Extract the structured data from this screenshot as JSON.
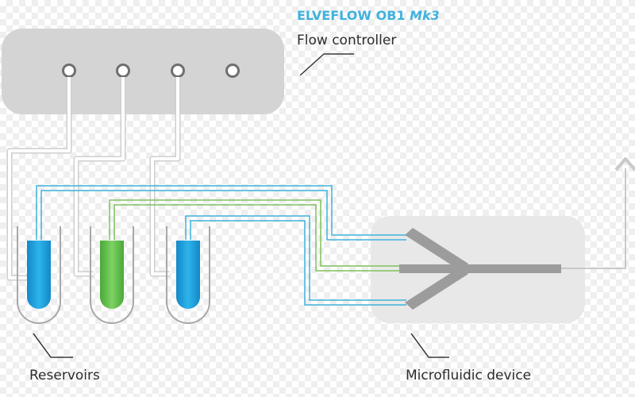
{
  "controller": {
    "brand": "ELVEFLOW OB1 ",
    "brand_model": "Mk3",
    "label": "Flow controller",
    "port_count": 4
  },
  "reservoirs": {
    "label": "Reservoirs",
    "tubes": [
      {
        "liquid": "blue"
      },
      {
        "liquid": "green"
      },
      {
        "liquid": "blue"
      }
    ]
  },
  "device": {
    "label": "Microfluidic device"
  },
  "colors": {
    "blue_line": "#3fb2dc",
    "green_line": "#7dc25b",
    "body_gray": "#d4d4d4",
    "device_gray": "#e8e8e8",
    "channel_gray": "#9c9c9c",
    "blue_fill": "#1a9fd8",
    "green_fill": "#5dba4a"
  }
}
